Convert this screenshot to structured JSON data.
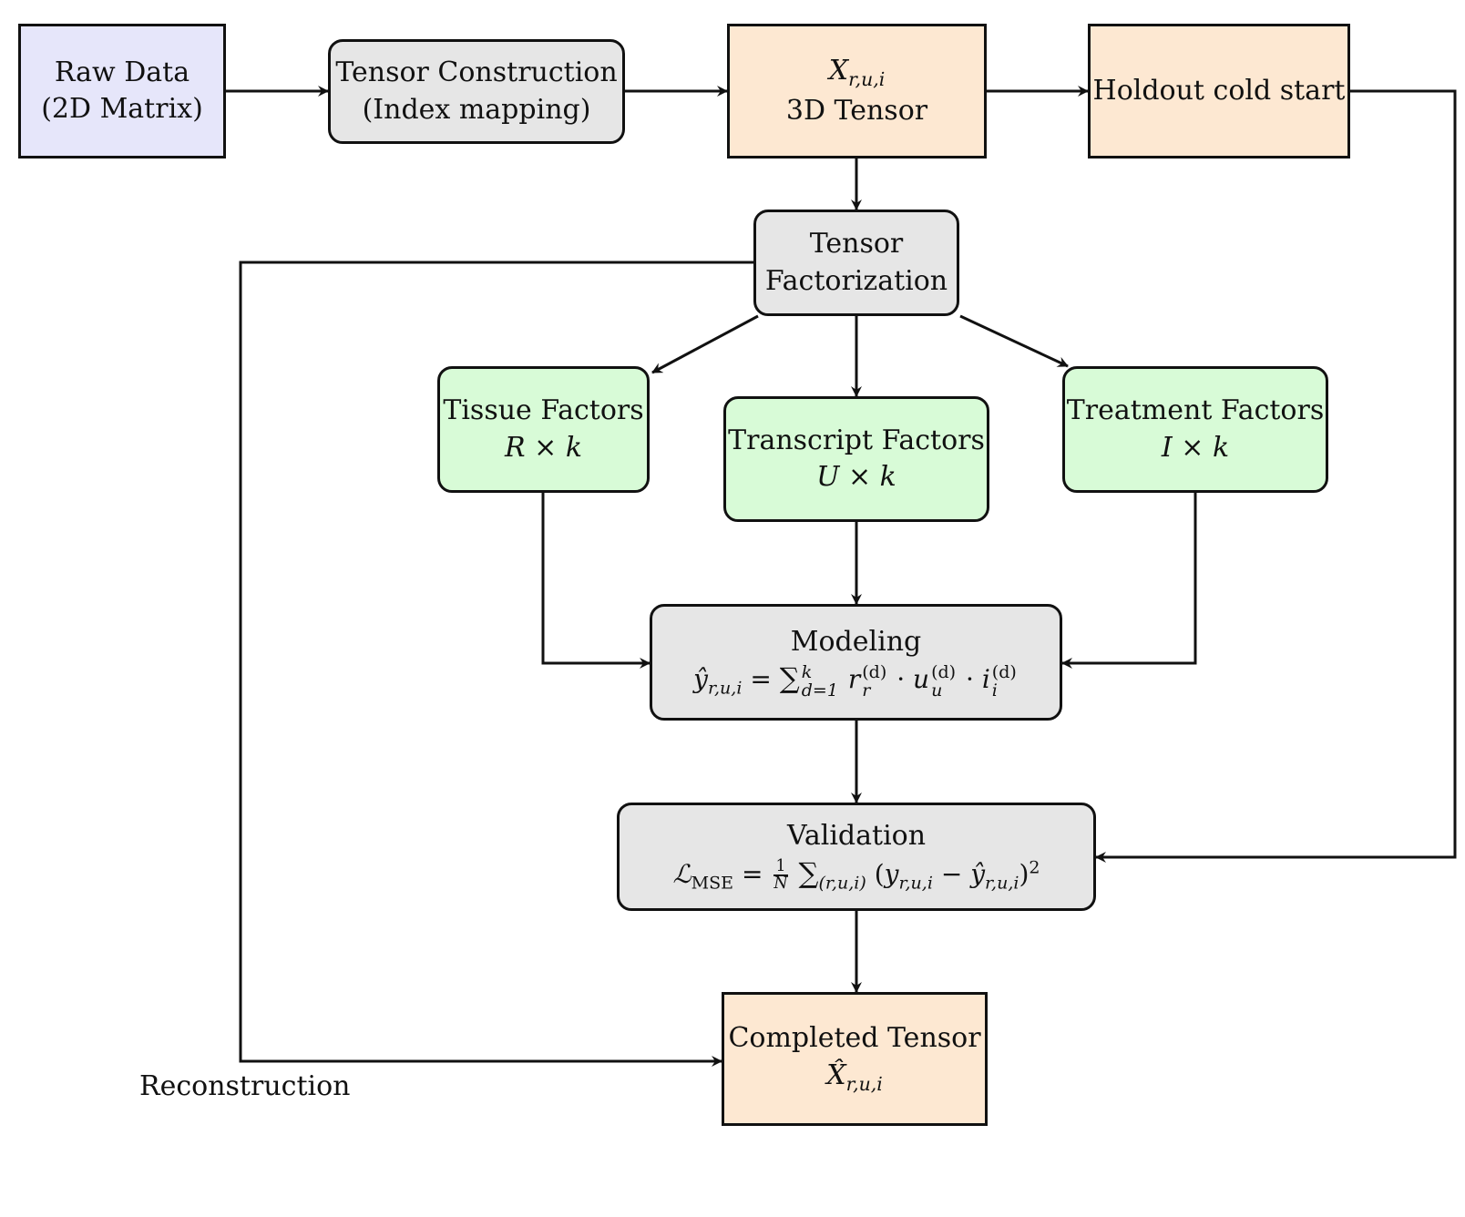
{
  "diagram": {
    "raw_data": {
      "line1": "Raw Data",
      "line2": "(2D Matrix)"
    },
    "tensor_construction": {
      "line1": "Tensor Construction",
      "line2": "(Index mapping)"
    },
    "tensor_3d": {
      "symbol": "X",
      "subscript": "r,u,i",
      "label": "3D Tensor"
    },
    "holdout": {
      "label": "Holdout cold start"
    },
    "factorization": {
      "line1": "Tensor",
      "line2": "Factorization"
    },
    "tissue": {
      "title": "Tissue Factors",
      "dim_a": "R",
      "times": "×",
      "dim_b": "k"
    },
    "transcript": {
      "title": "Transcript Factors",
      "dim_a": "U",
      "times": "×",
      "dim_b": "k"
    },
    "treatment": {
      "title": "Treatment Factors",
      "dim_a": "I",
      "times": "×",
      "dim_b": "k"
    },
    "modeling": {
      "title": "Modeling",
      "lhs": "ŷ",
      "lhs_sub": "r,u,i",
      "eq": "=",
      "sum": "∑",
      "sum_sup": "k",
      "sum_sub": "d=1",
      "r": "r",
      "r_sup": "(d)",
      "r_sub": "r",
      "dot": "·",
      "u": "u",
      "u_sup": "(d)",
      "u_sub": "u",
      "i": "i",
      "i_sup": "(d)",
      "i_sub": "i"
    },
    "validation": {
      "title": "Validation",
      "loss": "ℒ",
      "loss_sub": "MSE",
      "eq": "=",
      "frac_num": "1",
      "frac_den": "N",
      "sum": "∑",
      "sum_sub": "(r,u,i)",
      "open": "(",
      "y": "y",
      "y_sub": "r,u,i",
      "minus": "−",
      "yhat": "ŷ",
      "yhat_sub": "r,u,i",
      "close": ")",
      "power": "2"
    },
    "completed": {
      "line1": "Completed Tensor",
      "symbol": "X̂",
      "subscript": "r,u,i"
    },
    "reconstruction_label": "Reconstruction"
  }
}
